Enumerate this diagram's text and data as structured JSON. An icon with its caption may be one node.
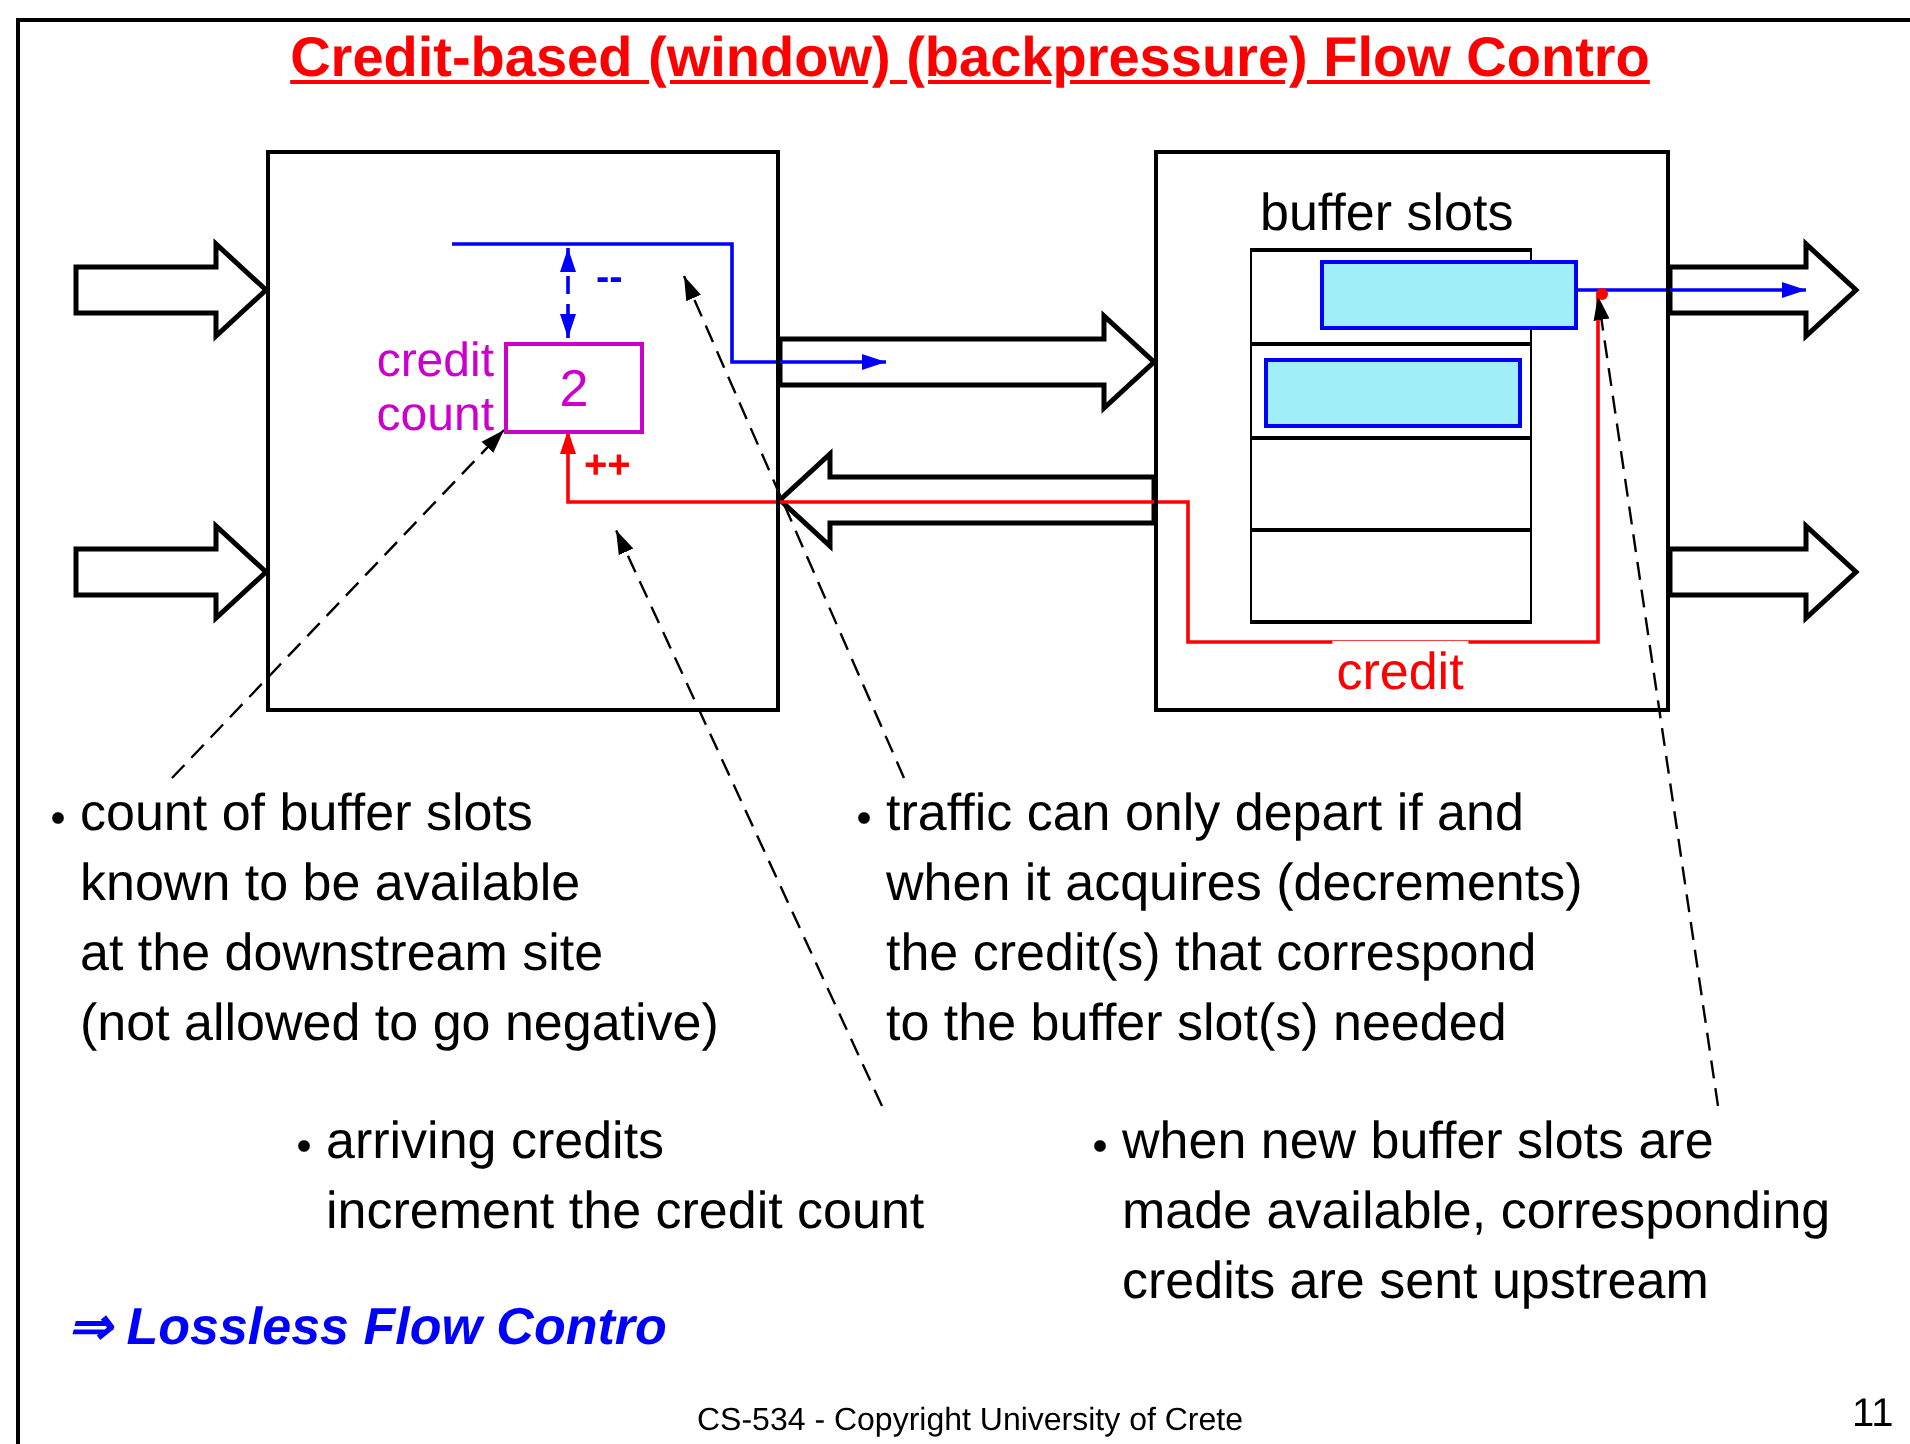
{
  "diagram": {
    "title": "Credit-based (window) (backpressure) Flow Contro",
    "nodes": [
      {
        "text": [],
        "shape": "box"
      },
      {
        "text": [
          "2"
        ],
        "beside": [
          "credit count"
        ],
        "in": 0
      },
      {
        "text": [],
        "shape": "box"
      },
      {
        "text": [
          "buffer slots"
        ],
        "in": 2
      },
      {
        "text": [],
        "shape": "box",
        "in": 3
      },
      {
        "text": [],
        "shape": "box",
        "in": 3
      },
      {
        "text": [],
        "shape": "box",
        "in": 3
      },
      {
        "text": [],
        "shape": "box",
        "in": 3
      },
      {
        "text": [],
        "shape": "box",
        "in": 2
      },
      {
        "text": [],
        "shape": "box",
        "in": 5
      },
      {
        "text": [],
        "shape": "circle",
        "in": 2
      },
      {
        "text": [
          "count of buffer slots known to be available at the downstream site (not allowed to go negative)"
        ]
      },
      {
        "text": [
          "traffic can only depart if and when it acquires (decrements) the credit(s) that correspond to the buffer slot(s) needed"
        ]
      },
      {
        "text": [
          "arriving credits increment the credit count"
        ]
      },
      {
        "text": [
          "when new buffer slots are made available, corresponding credits are sent upstream"
        ]
      }
    ],
    "edges": [
      {
        "from": null,
        "to": 0,
        "arrow": "to",
        "style": "thick"
      },
      {
        "from": null,
        "to": 0,
        "arrow": "to",
        "style": "thick"
      },
      {
        "from": 0,
        "to": 2,
        "arrow": "to",
        "style": "thick"
      },
      {
        "from": 2,
        "to": 0,
        "arrow": "to",
        "style": "thick"
      },
      {
        "from": 2,
        "to": null,
        "arrow": "to",
        "style": "thick"
      },
      {
        "from": 2,
        "to": null,
        "arrow": "to",
        "style": "thick"
      },
      {
        "from": 8,
        "to": null,
        "arrow": "to",
        "color": "#0000ff"
      },
      {
        "from": 10,
        "to": 1,
        "arrow": "to",
        "color": "#ff0000",
        "label": "credit"
      },
      {
        "from": null,
        "to": 1,
        "arrow": "both",
        "style": "dashed",
        "color": "#0000ff"
      },
      {
        "from": 11,
        "to": 1,
        "arrow": "to",
        "style": "dashed"
      },
      {
        "from": 12,
        "to": null,
        "arrow": "to",
        "style": "dashed"
      },
      {
        "from": 13,
        "to": null,
        "arrow": "to",
        "style": "dashed"
      },
      {
        "from": 14,
        "to": 10,
        "arrow": "to",
        "style": "dashed"
      }
    ],
    "labels": [
      "--",
      "++",
      "⇒ Lossless Flow Contro",
      "CS-534 - Copyright University of Crete",
      "11"
    ]
  }
}
